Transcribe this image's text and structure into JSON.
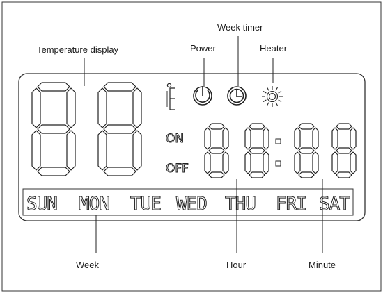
{
  "labels": {
    "temperature_display": "Temperature display",
    "power": "Power",
    "week_timer": "Week timer",
    "heater": "Heater",
    "week": "Week",
    "hour": "Hour",
    "minute": "Minute"
  },
  "lcd": {
    "on_label": "ON",
    "off_label": "OFF",
    "days": [
      "SUN",
      "MON",
      "TUE",
      "WED",
      "THU",
      "FRI",
      "SAT"
    ]
  },
  "icons": [
    "celsius-icon",
    "power-icon",
    "clock-icon",
    "heater-sun-icon"
  ]
}
